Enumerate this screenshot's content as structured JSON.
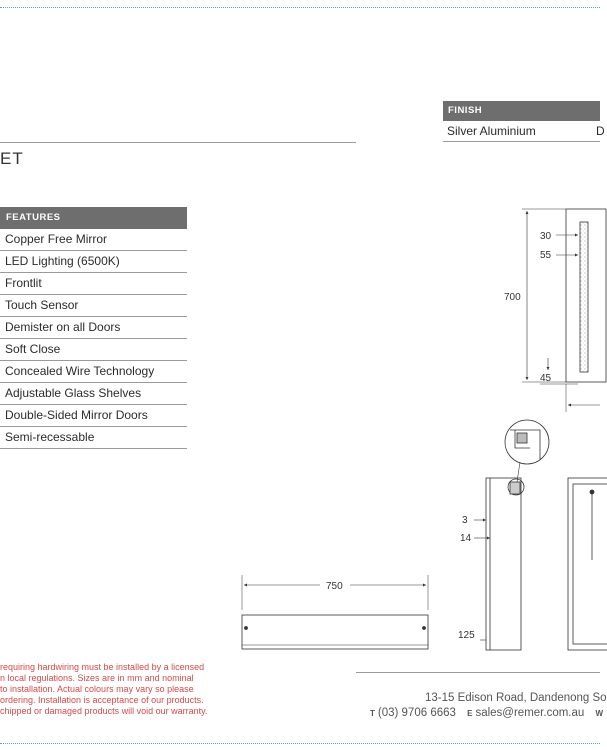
{
  "title_fragment": "ET",
  "finish": {
    "header": "FINISH",
    "value": "Silver Aluminium",
    "cut_text": "D"
  },
  "features": {
    "header": "FEATURES",
    "items": [
      "Copper Free Mirror",
      "LED Lighting (6500K)",
      "Frontlit",
      "Touch Sensor",
      "Demister on all Doors",
      "Soft Close",
      "Concealed Wire Technology",
      "Adjustable Glass Shelves",
      "Double-Sided Mirror Doors",
      "Semi-recessable"
    ]
  },
  "dimensions": {
    "d30": "30",
    "d55": "55",
    "d700": "700",
    "d45": "45",
    "d3": "3",
    "d14": "14",
    "d750": "750",
    "d125": "125"
  },
  "disclaimer": [
    "requiring hardwiring must be installed by a licensed",
    "n local regulations. Sizes are in mm and nominal",
    "to installation. Actual colours may vary so please",
    "ordering. Installation is acceptance of our products.",
    " chipped or damaged products will void our warranty."
  ],
  "footer": {
    "address": "13-15 Edison Road, Dandenong So",
    "phone_label": "T",
    "phone": "(03) 9706 6663",
    "email_label": "E",
    "email": "sales@remer.com.au",
    "web_label": "W"
  },
  "colors": {
    "header_bg": "#6e6e6e",
    "rule": "#9a9a9a",
    "disclaimer": "#d44a4a",
    "dotted_border": "#5aa6c8"
  }
}
